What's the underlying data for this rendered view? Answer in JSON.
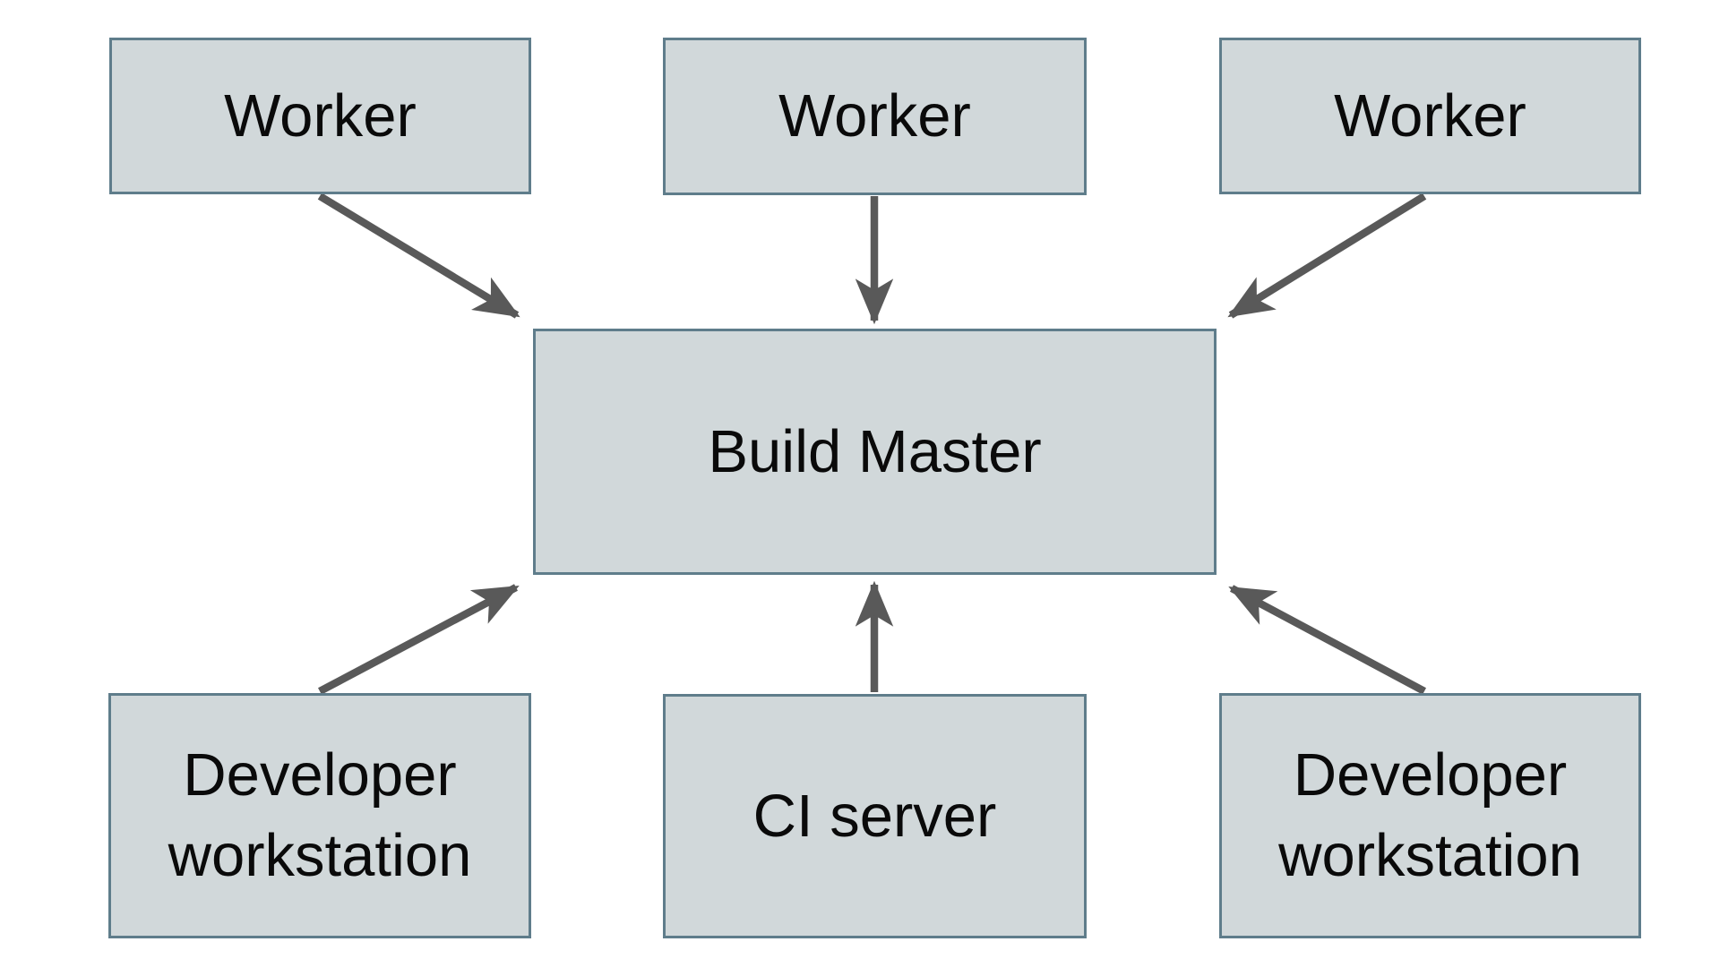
{
  "diagram": {
    "type": "architecture-diagram",
    "nodes": {
      "worker_left": {
        "label": "Worker"
      },
      "worker_center": {
        "label": "Worker"
      },
      "worker_right": {
        "label": "Worker"
      },
      "build_master": {
        "label": "Build Master"
      },
      "dev_workstation_left": {
        "label": "Developer workstation"
      },
      "ci_server": {
        "label": "CI server"
      },
      "dev_workstation_right": {
        "label": "Developer workstation"
      }
    },
    "edges": [
      {
        "from": "worker_left",
        "to": "build_master"
      },
      {
        "from": "worker_center",
        "to": "build_master"
      },
      {
        "from": "worker_right",
        "to": "build_master"
      },
      {
        "from": "dev_workstation_left",
        "to": "build_master"
      },
      {
        "from": "ci_server",
        "to": "build_master"
      },
      {
        "from": "dev_workstation_right",
        "to": "build_master"
      }
    ],
    "colors": {
      "background": "#ffffff",
      "node_fill": "#d1d8da",
      "node_border": "#5f7d8b",
      "arrow": "#595959",
      "text": "#0a0a0a"
    }
  }
}
